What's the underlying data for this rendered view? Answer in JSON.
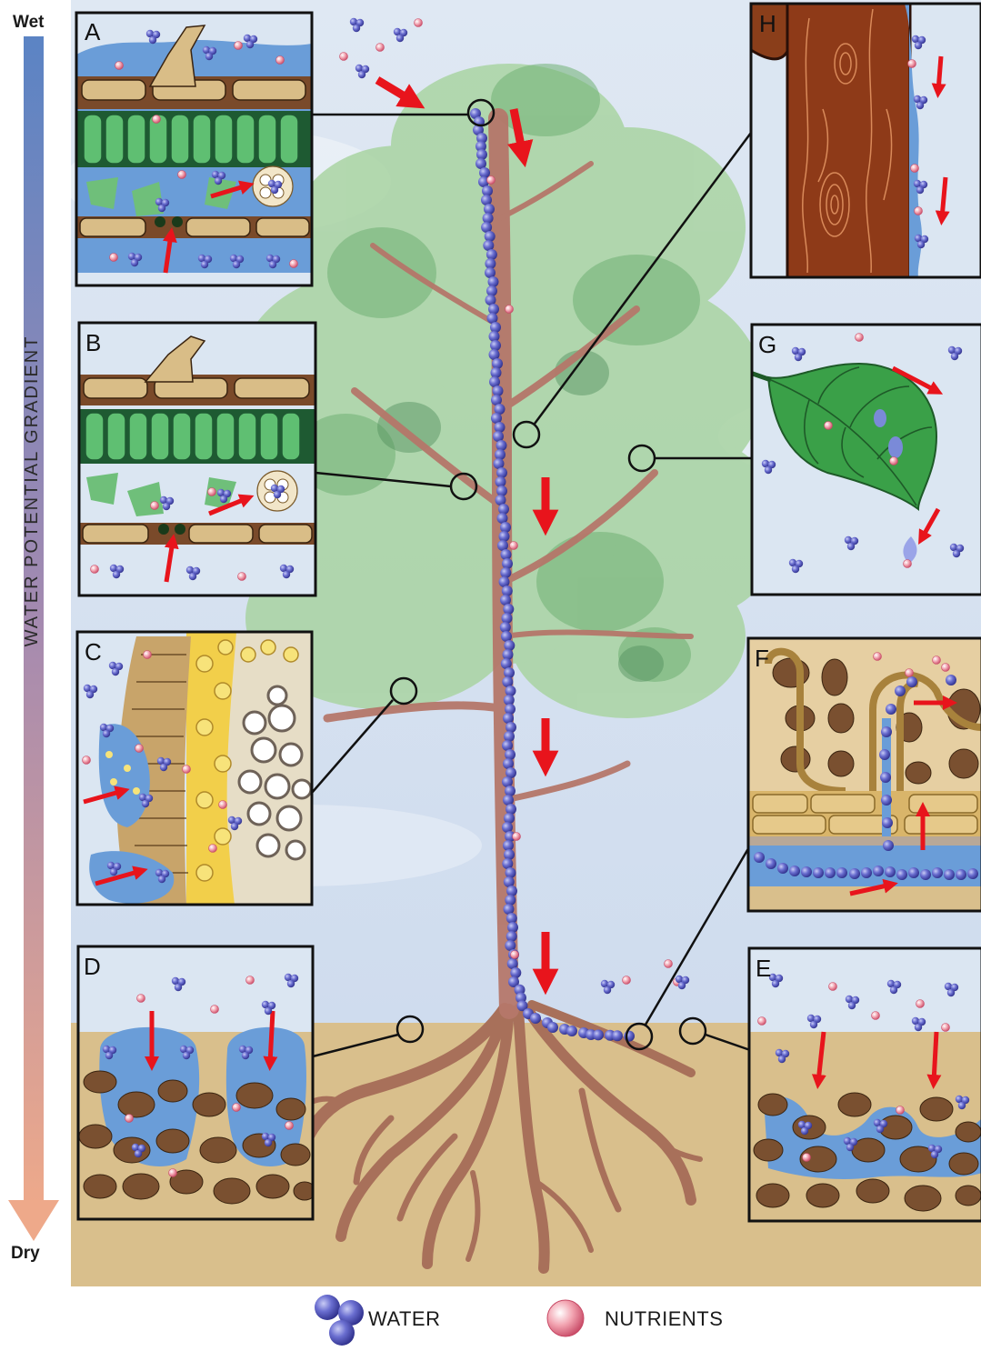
{
  "gradient": {
    "top_label": "Wet",
    "bottom_label": "Dry",
    "axis_title": "WATER POTENTIAL GRADIENT"
  },
  "panels": [
    {
      "letter": "A",
      "content": "leaf-cross-section-wet"
    },
    {
      "letter": "B",
      "content": "leaf-cross-section"
    },
    {
      "letter": "C",
      "content": "bark-cross-section"
    },
    {
      "letter": "D",
      "content": "soil-infiltration"
    },
    {
      "letter": "E",
      "content": "soil-infiltration"
    },
    {
      "letter": "F",
      "content": "root-mycorrhiza"
    },
    {
      "letter": "G",
      "content": "leaf-droplet"
    },
    {
      "letter": "H",
      "content": "trunk-stemflow"
    }
  ],
  "legend": {
    "water_label": "WATER",
    "nutrients_label": "NUTRIENTS"
  },
  "colors": {
    "water": "#5a5ec0",
    "nutrient": "#ef8a9a",
    "arrow": "#e8141c",
    "soil": "#d9bf8c",
    "foliage": "#8fc48a",
    "trunk": "#a8705a",
    "gradient_top": "#5b84c4",
    "gradient_bottom": "#eea98a"
  }
}
